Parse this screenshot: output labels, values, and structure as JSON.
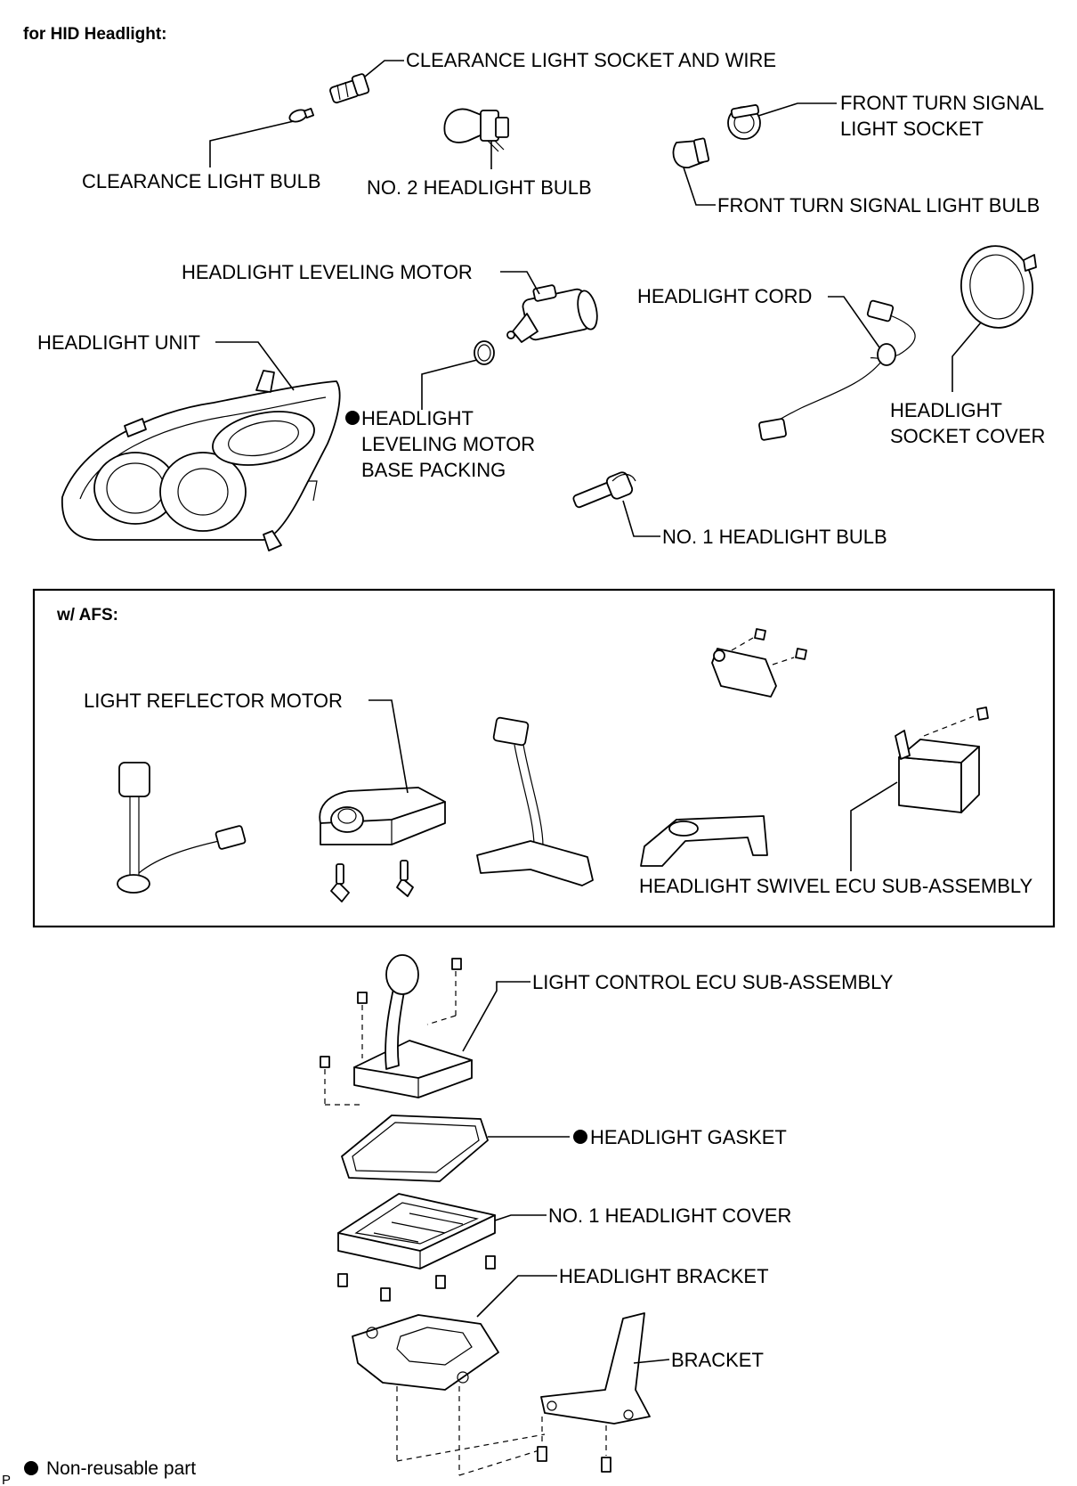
{
  "sections": {
    "hid_title": "for HID Headlight:",
    "afs_title": "w/ AFS:"
  },
  "labels": {
    "clearance_light_socket_and_wire": "CLEARANCE LIGHT SOCKET AND WIRE",
    "clearance_light_bulb": "CLEARANCE LIGHT BULB",
    "no2_headlight_bulb": "NO. 2 HEADLIGHT BULB",
    "front_turn_signal_light_socket_1": "FRONT TURN SIGNAL",
    "front_turn_signal_light_socket_2": "LIGHT SOCKET",
    "front_turn_signal_light_bulb": "FRONT TURN SIGNAL LIGHT BULB",
    "headlight_leveling_motor": "HEADLIGHT LEVELING MOTOR",
    "headlight_cord": "HEADLIGHT CORD",
    "headlight_unit": "HEADLIGHT UNIT",
    "leveling_packing_1": "HEADLIGHT",
    "leveling_packing_2": "LEVELING MOTOR",
    "leveling_packing_3": "BASE PACKING",
    "socket_cover_1": "HEADLIGHT",
    "socket_cover_2": "SOCKET COVER",
    "no1_headlight_bulb": "NO. 1 HEADLIGHT BULB",
    "light_reflector_motor": "LIGHT REFLECTOR MOTOR",
    "swivel_ecu": "HEADLIGHT SWIVEL ECU SUB-ASSEMBLY",
    "light_control_ecu": "LIGHT CONTROL ECU SUB-ASSEMBLY",
    "headlight_gasket": "HEADLIGHT GASKET",
    "no1_headlight_cover": "NO. 1 HEADLIGHT COVER",
    "headlight_bracket": "HEADLIGHT BRACKET",
    "bracket": "BRACKET"
  },
  "legend": {
    "non_reusable": "Non-reusable part"
  },
  "footer": {
    "code": "P"
  }
}
